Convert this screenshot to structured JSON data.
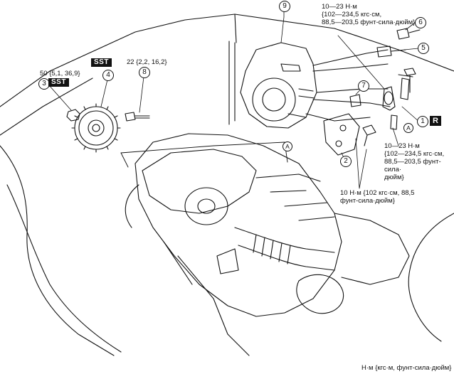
{
  "callouts": {
    "c1": "1",
    "c2": "2",
    "c3": "3",
    "c4": "4",
    "c5": "5",
    "c6": "6",
    "c7": "7",
    "c8": "8",
    "c9": "9"
  },
  "sst_label": "SST",
  "ref_A": "A",
  "r_label": "R",
  "torque": {
    "bolt8": "22 {2,2, 16,2}",
    "gear_nut": "50 {5,1, 36,9}",
    "fitting_top": "10—23 Н·м\n{102—234,5 кгс·см,\n88,5—203,5 фунт-сила·дюйм}",
    "fitting_right": "10—23 Н·м\n{102—234,5 кгс·см,\n88,5—203,5 фунт-сила·\nдюйм}",
    "bracket": "10 Н·м {102 кгс·см, 88,5\nфунт-сила·дюйм}"
  },
  "units_note": "Н·м {кгс·м, фунт-сила·дюйм}"
}
